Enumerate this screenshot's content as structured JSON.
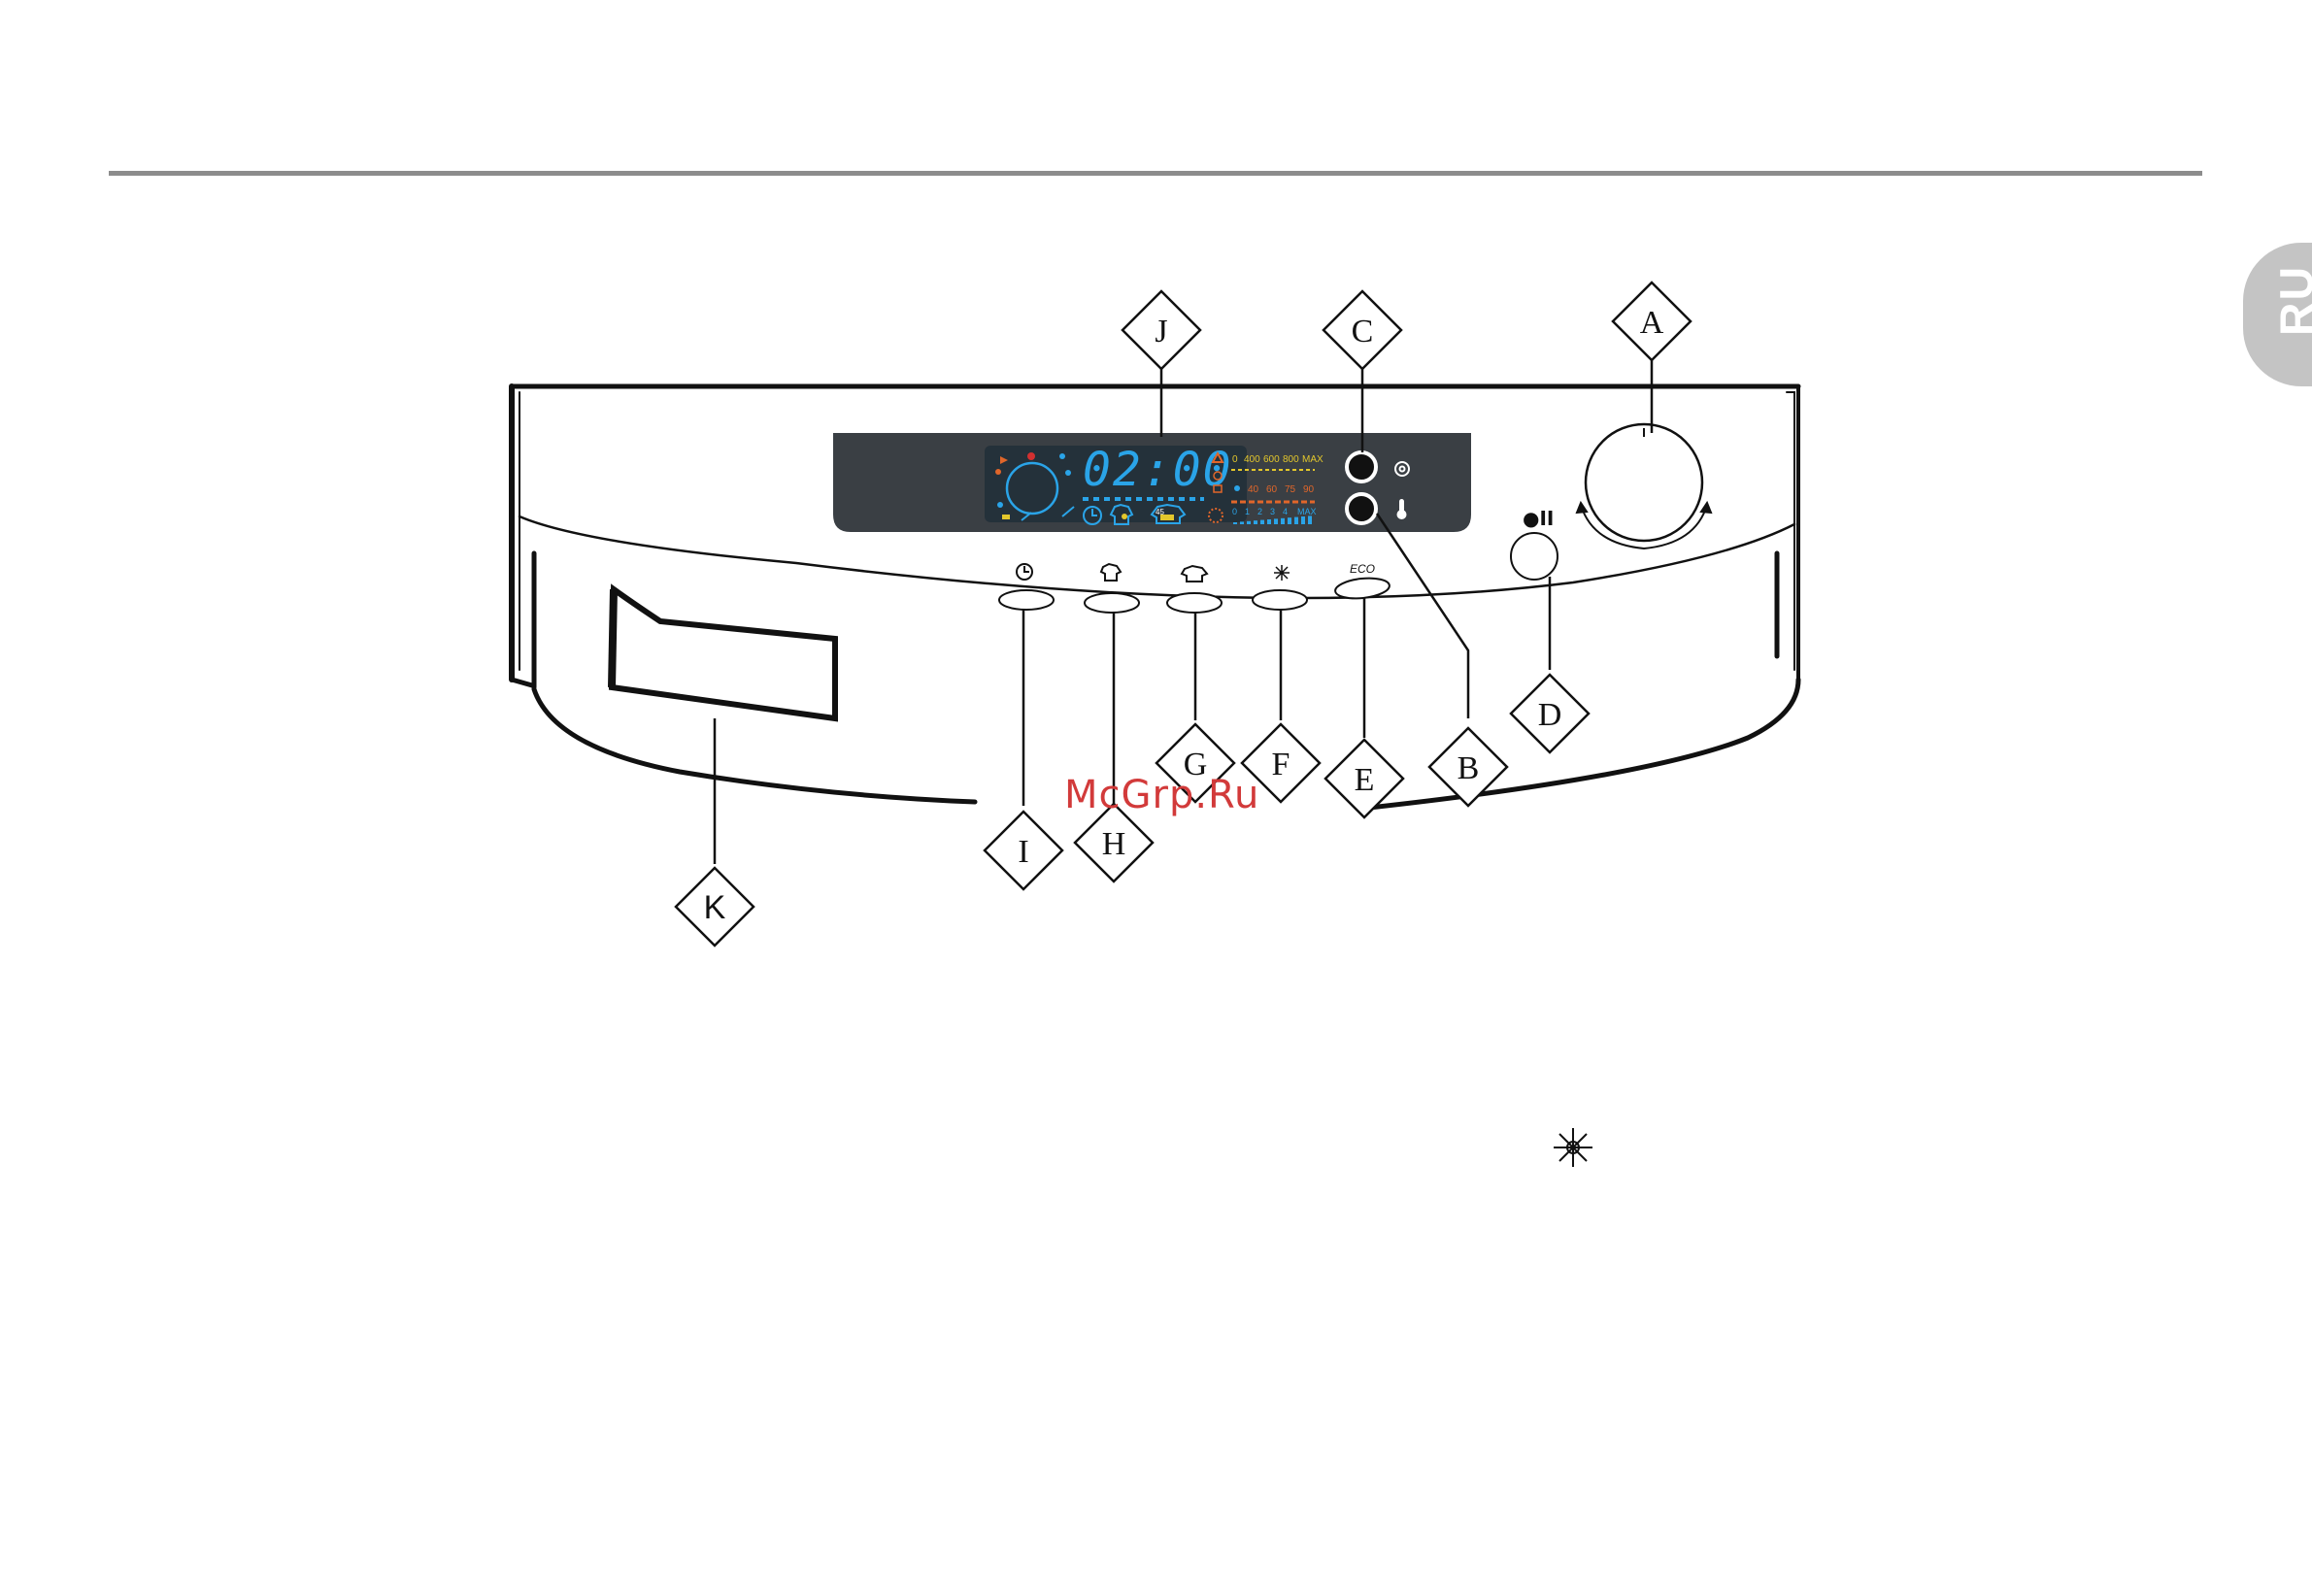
{
  "language_tab": "RU",
  "watermark": "McGrp.Ru",
  "callouts": [
    "J",
    "C",
    "A",
    "B",
    "D",
    "E",
    "F",
    "G",
    "H",
    "I",
    "K"
  ],
  "display": {
    "time": "02:00",
    "spin_scale": [
      "0",
      "400",
      "600",
      "800",
      "MAX"
    ],
    "temp_scale": [
      "40",
      "60",
      "75",
      "90"
    ],
    "level_scale": [
      "0",
      "1",
      "2",
      "3",
      "4",
      "MAX"
    ],
    "display_badge": "45"
  },
  "buttons": {
    "eco_label": "ECO",
    "start_pause_symbol": "●II"
  },
  "colors": {
    "display_bg": "#3a3f44",
    "lcd_bg": "#24313a",
    "lcd_blue": "#2aa4e8",
    "lcd_orange": "#e0662a",
    "lcd_yellow": "#e3c72c",
    "lcd_red": "#d23030",
    "outline": "#111111",
    "watermark": "#d23a3a",
    "rule": "#8c8c8c",
    "tab": "#c4c4c4"
  },
  "icons": [
    "timer-icon",
    "shirt-icon",
    "shirt-stain-icon",
    "snowflake-icon",
    "spin-icon",
    "thermometer-icon",
    "start-pause-icon",
    "snowflake-legend-icon"
  ]
}
